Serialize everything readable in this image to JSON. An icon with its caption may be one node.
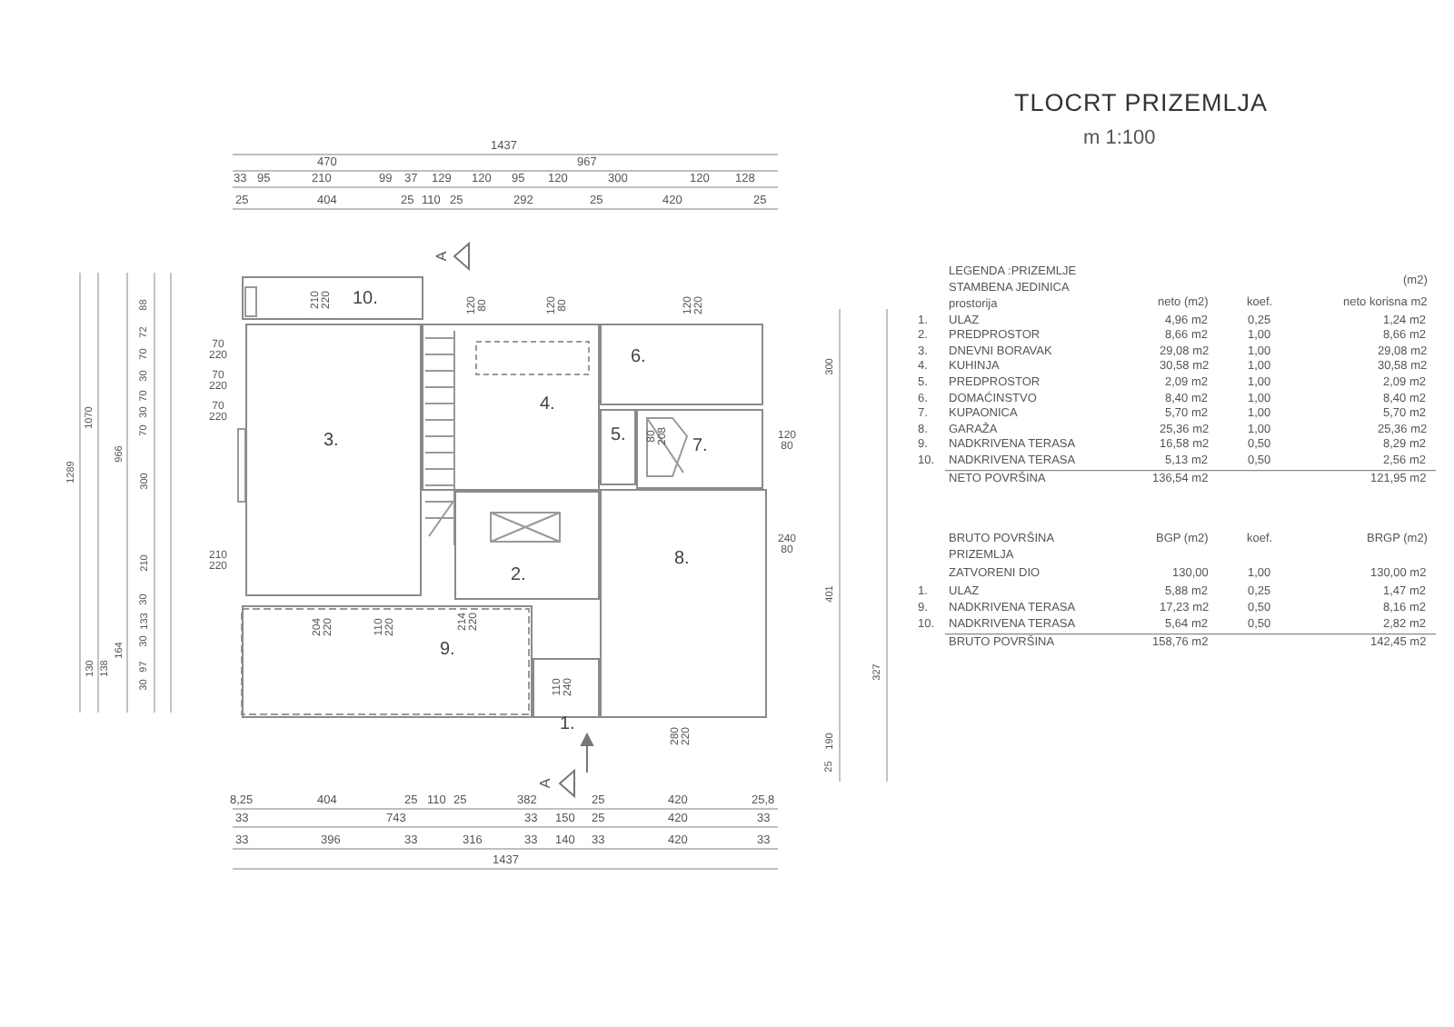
{
  "diagram": {
    "title": "TLOCRT PRIZEMLJA",
    "nodes": [
      {
        "text": [
          "10."
        ]
      },
      {
        "text": [
          "3."
        ]
      },
      {
        "text": [
          "4."
        ]
      },
      {
        "text": [
          "6."
        ]
      },
      {
        "text": [
          "5."
        ]
      },
      {
        "text": [
          "7."
        ]
      },
      {
        "text": [
          "8."
        ]
      },
      {
        "text": [
          "2."
        ]
      },
      {
        "text": [
          "9."
        ]
      },
      {
        "text": [
          "1."
        ]
      }
    ],
    "labels": [
      "m 1:100",
      "LEGENDA :PRIZEMLJE",
      "STAMBENA JEDINICA",
      "(m2)",
      "prostorija",
      "neto (m2)",
      "koef.",
      "neto korisna m2",
      "1.",
      "ULAZ",
      "4,96 m2",
      "0,25",
      "1,24 m2",
      "2.",
      "PREDPROSTOR",
      "8,66 m2",
      "1,00",
      "8,66 m2",
      "3.",
      "DNEVNI BORAVAK",
      "29,08 m2",
      "1,00",
      "29,08 m2",
      "4.",
      "KUHINJA",
      "30,58 m2",
      "1,00",
      "30,58 m2",
      "5.",
      "PREDPROSTOR",
      "2,09 m2",
      "1,00",
      "2,09 m2",
      "6.",
      "DOMAĆINSTVO",
      "8,40 m2",
      "1,00",
      "8,40 m2",
      "7.",
      "KUPAONICA",
      "5,70 m2",
      "1,00",
      "5,70 m2",
      "8.",
      "GARAŽA",
      "25,36 m2",
      "1,00",
      "25,36 m2",
      "9.",
      "NADKRIVENA TERASA",
      "16,58 m2",
      "0,50",
      "8,29 m2",
      "10.",
      "NADKRIVENA TERASA",
      "5,13 m2",
      "0,50",
      "2,56 m2",
      "NETO POVRŠINA",
      "136,54 m2",
      "121,95 m2",
      "BRUTO POVRŠINA",
      "BGP (m2)",
      "koef.",
      "BRGP (m2)",
      "PRIZEMLJA",
      "ZATVORENI DIO",
      "130,00",
      "1,00",
      "130,00 m2",
      "1.",
      "ULAZ",
      "5,88 m2",
      "0,25",
      "1,47 m2",
      "9.",
      "NADKRIVENA TERASA",
      "17,23 m2",
      "0,50",
      "8,16 m2",
      "10.",
      "NADKRIVENA TERASA",
      "5,64 m2",
      "0,50",
      "2,82 m2",
      "BRUTO POVRŠINA",
      "158,76 m2",
      "142,45 m2",
      "1437",
      "470",
      "967",
      "33",
      "95",
      "210",
      "99",
      "37",
      "129",
      "120",
      "95",
      "120",
      "300",
      "120",
      "128",
      "25",
      "404",
      "25",
      "110",
      "25",
      "292",
      "25",
      "420",
      "25",
      "A",
      "210 220",
      "120 80",
      "120 80",
      "120 220",
      "70 220",
      "70 220",
      "70 220",
      "80 208",
      "120 80",
      "240 80",
      "210 220",
      "204 220",
      "110 220",
      "214 220",
      "110 240",
      "280 220",
      "A",
      "8,25",
      "404",
      "25",
      "110",
      "25",
      "382",
      "25",
      "420",
      "25,8",
      "33",
      "743",
      "33",
      "150",
      "25",
      "420",
      "33",
      "33",
      "396",
      "33",
      "316",
      "33",
      "140",
      "33",
      "420",
      "33",
      "1437",
      "1289",
      "1070",
      "966",
      "130",
      "138",
      "164",
      "88",
      "72",
      "70",
      "30",
      "70",
      "30",
      "70",
      "300",
      "210",
      "30",
      "133",
      "30",
      "97",
      "30",
      "300",
      "401",
      "190",
      "25",
      "327"
    ]
  }
}
